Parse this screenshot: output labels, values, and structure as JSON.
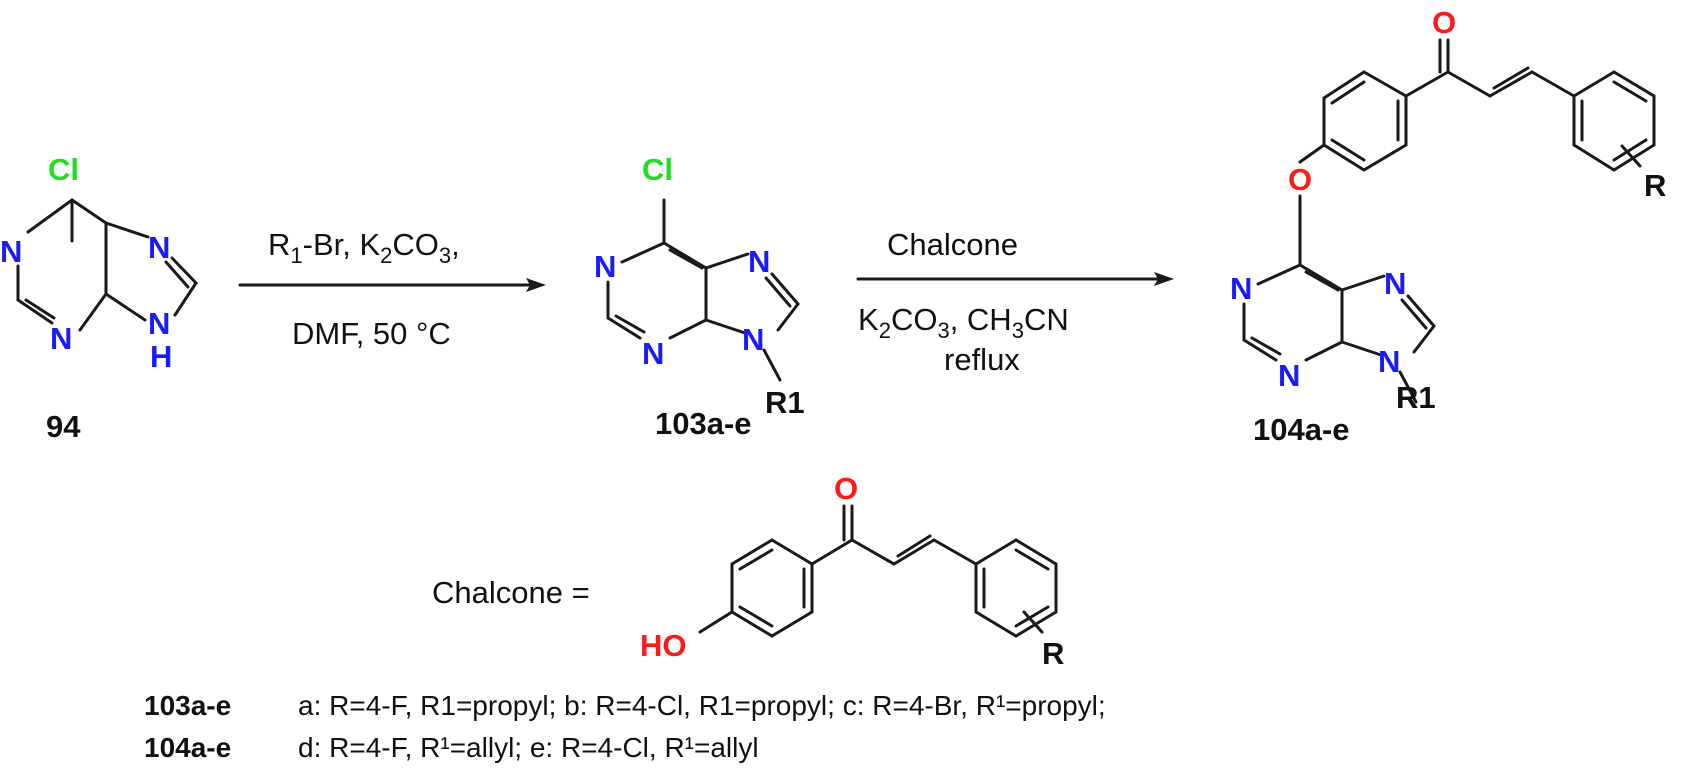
{
  "atoms": {
    "cl": "Cl",
    "n": "N",
    "h": "H",
    "o": "O",
    "ho": "HO",
    "r": "R",
    "r1": "R1"
  },
  "compounds": {
    "c94": "94",
    "c103": "103a-e",
    "c104": "104a-e"
  },
  "step1": {
    "reagent_r": "R",
    "reagent_sub": "1",
    "reagent_br": "-Br, K",
    "reagent_k_sub": "2",
    "reagent_co": "CO",
    "reagent_co_sub": "3",
    "reagent_end": ",",
    "conditions": "DMF, 50 °C"
  },
  "step2": {
    "reagent": "Chalcone",
    "cond_k": "K",
    "cond_k_sub": "2",
    "cond_co": "CO",
    "cond_co_sub": "3",
    "cond_ch": ", CH",
    "cond_ch_sub": "3",
    "cond_cn": "CN",
    "cond_reflux": "reflux"
  },
  "chalcone_label": "Chalcone =",
  "legend": {
    "row1_label": "103a-e",
    "row1_text": "a: R=4-F, R1=propyl; b: R=4-Cl, R1=propyl; c: R=4-Br, R¹=propyl;",
    "row2_label": "104a-e",
    "row2_text": "d: R=4-F, R¹=allyl; e: R=4-Cl, R¹=allyl"
  },
  "colors": {
    "nitrogen": "#1a1aff",
    "chlorine": "#22dd22",
    "oxygen": "#ff1a1a",
    "bond": "#1a1a1a"
  }
}
